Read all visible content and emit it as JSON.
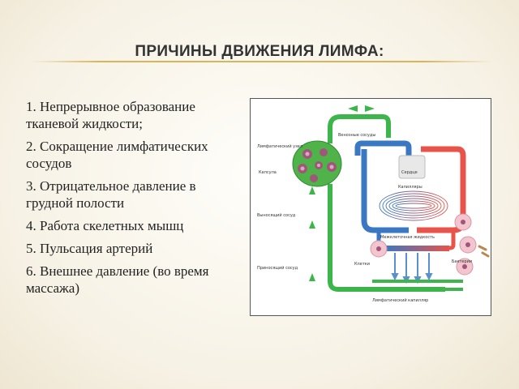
{
  "slide": {
    "title": "ПРИЧИНЫ ДВИЖЕНИЯ ЛИМФА:",
    "causes": [
      "1. Непрерывное образование тканевой жидкости;",
      "2. Сокращение лимфатических сосудов",
      "3. Отрицательное давление в грудной полости",
      "4. Работа скелетных мышц",
      "5. Пульсация артерий",
      "6. Внешнее давление (во время массажа)"
    ]
  },
  "diagram": {
    "colors": {
      "lymph": "#3cb64a",
      "arterial": "#e8534a",
      "venous": "#3a78c4",
      "node": "#a0567a"
    },
    "labels": {
      "venous_vessels": "Венозные сосуды",
      "lymph_node": "Лимфатический узел",
      "capsule": "Капсула",
      "heart": "Сердце",
      "capillaries": "Капилляры",
      "efferent_vessel": "Выносящий сосуд",
      "tissue_fluid": "Межклеточная жидкость",
      "cells": "Клетки",
      "lymph_capillary": "Лимфатический капилляр",
      "afferent_vessel": "Приносящий сосуд",
      "bacteria": "Бактерии"
    }
  }
}
